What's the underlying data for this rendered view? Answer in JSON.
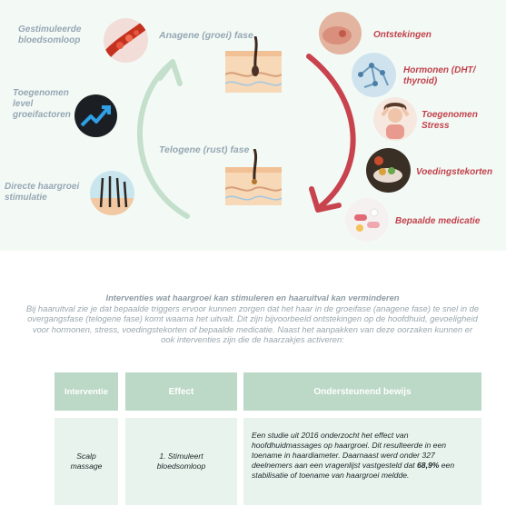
{
  "cycle": {
    "anagen_label": "Anagene (groei) fase",
    "telogen_label": "Telogene (rust) fase",
    "boosters": [
      {
        "label": "Gestimuleerde bloedsomloop",
        "icon": "blood-cells-icon"
      },
      {
        "label": "Toegenomen level groeifactoren",
        "icon": "growth-arrow-icon"
      },
      {
        "label": "Directe haargroei stimulatie",
        "icon": "hair-follicle-icon"
      }
    ],
    "triggers": [
      {
        "label": "Ontstekingen",
        "icon": "inflamed-scalp-icon"
      },
      {
        "label": "Hormonen (DHT/ thyroid)",
        "icon": "hormone-molecule-icon"
      },
      {
        "label": "Toegenomen Stress",
        "icon": "stressed-person-icon"
      },
      {
        "label": "Voedingstekorten",
        "icon": "food-bowl-icon"
      },
      {
        "label": "Bepaalde medicatie",
        "icon": "pills-icon"
      }
    ],
    "colors": {
      "green_arrow": "#b9d8c3",
      "red_arrow": "#c8434e",
      "left_text": "#96a6b3",
      "right_text": "#c2414b"
    }
  },
  "intro": {
    "heading": "Interventies wat haargroei kan stimuleren en haaruitval kan verminderen",
    "body": "Bij haaruitval zie je dat bepaalde triggers ervoor kunnen zorgen dat het haar in de groeifase (anagene fase) te snel in de overgangsfase (telogene fase) komt waarna het uitvalt. Dit zijn bijvoorbeeld ontstekingen op de hoofdhuid, gevoeligheid voor hormonen, stress, voedingstekorten of bepaalde medicatie. Naast het aanpakken van deze oorzaken kunnen er ook interventies zijn die de haarzakjes activeren:"
  },
  "table": {
    "headers": [
      "Interventie",
      "Effect",
      "Ondersteunend bewijs"
    ],
    "row": {
      "intervention": "Scalp massage",
      "effect": "1. Stimuleert bloedsomloop",
      "evidence_before": "Een studie uit 2016 onderzocht het effect van hoofdhuidmassages op haargroei. Dit resulteerde in een toename in haardiameter. Daarnaast werd onder 327 deelnemers aan een vragenlijst vastgesteld dat ",
      "evidence_bold": "68,9%",
      "evidence_after": " een stabilisatie of toename van haargroei meldde."
    },
    "colors": {
      "header_bg": "#bcd8c6",
      "cell_bg": "#e7f3ec"
    }
  }
}
